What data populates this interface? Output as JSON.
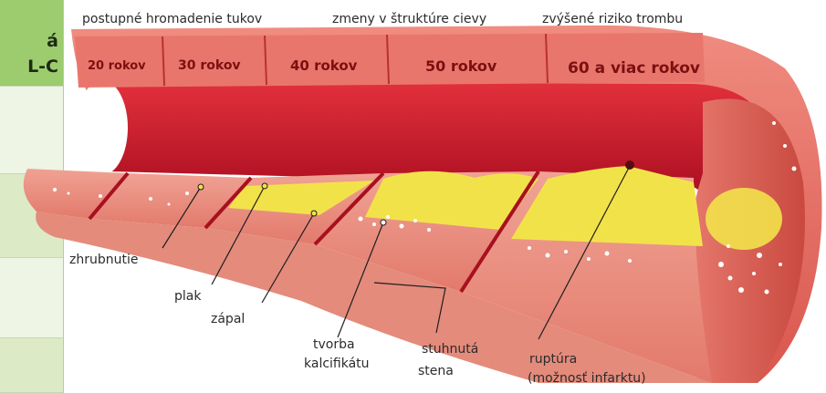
{
  "table": {
    "header_line1": "á",
    "header_line2": "L-C"
  },
  "top_labels": {
    "fat": "postupné hromadenie tukov",
    "structure": "zmeny v štruktúre cievy",
    "thrombus": "zvýšené riziko trombu"
  },
  "ages": [
    "20 rokov",
    "30 rokov",
    "40 rokov",
    "50 rokov",
    "60 a viac rokov"
  ],
  "labels": {
    "thickening": "zhrubnutie",
    "plaque": "plak",
    "inflammation": "zápal",
    "calcification_1": "tvorba",
    "calcification_2": "kalcifikátu",
    "stiff_1": "stuhnutá",
    "stiff_2": "stena",
    "rupture_1": "ruptúra",
    "rupture_2": "(možnosť infarktu)"
  },
  "colors": {
    "wall_top": "#e06a63",
    "lumen": "#c8102e",
    "plaque": "#f2e24a",
    "cut_face": "#ea8a7e",
    "table_header": "#9ccc6e"
  }
}
